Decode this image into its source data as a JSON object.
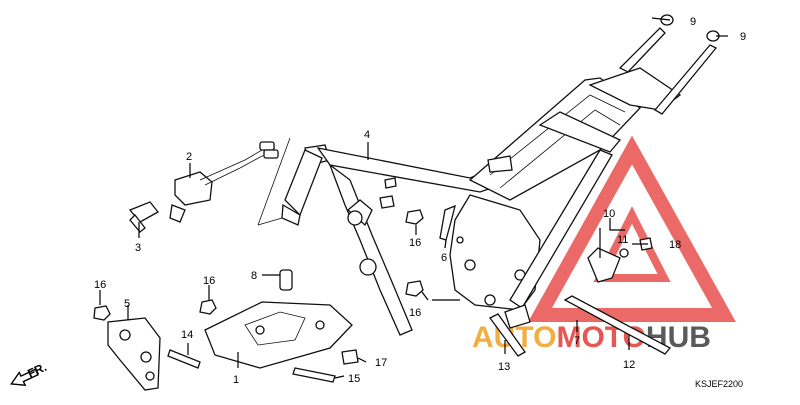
{
  "diagram_code": "KSJEF2200",
  "direction_label": "FR.",
  "watermark": {
    "part1": "AUTO",
    "part2": "MOTO",
    "part3": "HUB",
    "colors": {
      "auto": "#f0a020",
      "moto": "#e53935",
      "hub": "#5a5a5a"
    }
  },
  "callouts": {
    "c1": "1",
    "c2": "2",
    "c3": "3",
    "c4": "4",
    "c5": "5",
    "c6": "6",
    "c7": "7",
    "c8": "8",
    "c9a": "9",
    "c9b": "9",
    "c10": "10",
    "c11": "11",
    "c12": "12",
    "c13": "13",
    "c14": "14",
    "c15": "15",
    "c16a": "16",
    "c16b": "16",
    "c16c": "16",
    "c16d": "16",
    "c17": "17",
    "c18": "18"
  }
}
